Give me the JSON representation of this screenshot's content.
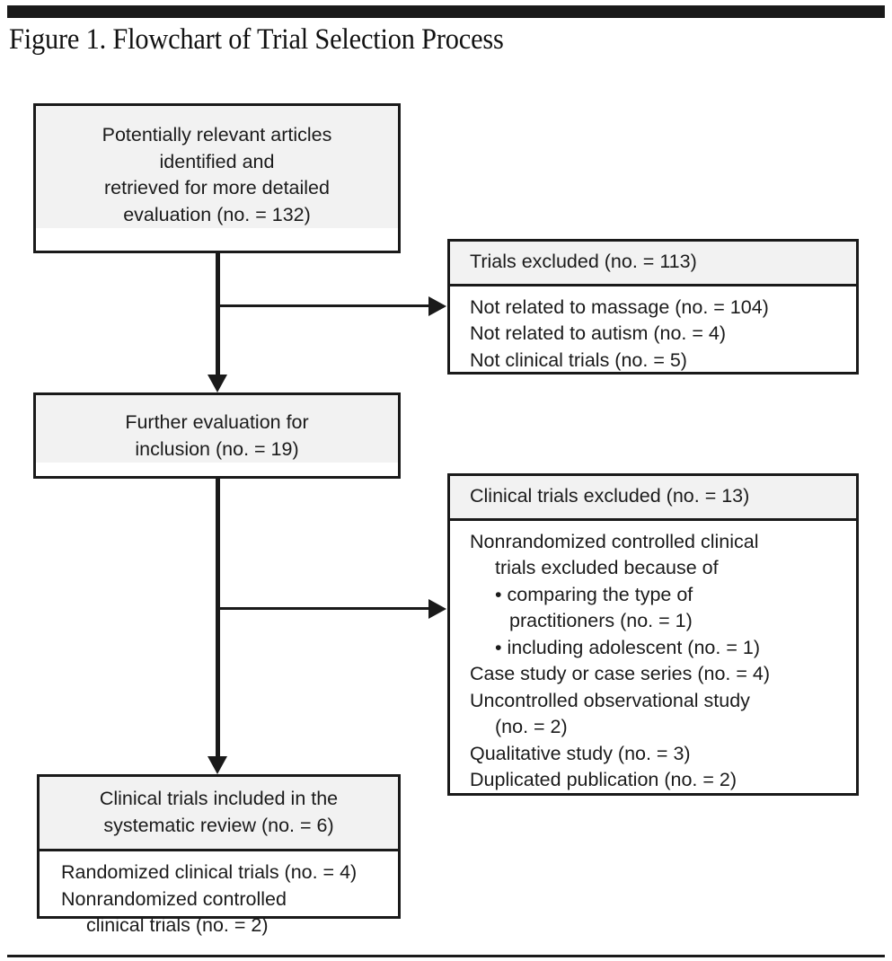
{
  "figure": {
    "title": "Figure 1. Flowchart of Trial Selection Process"
  },
  "colors": {
    "rule": "#1a1a1a",
    "box_border": "#1a1a1a",
    "box_shaded_fill": "#f2f2f2",
    "box_plain_fill": "#ffffff",
    "text": "#1b1b1b"
  },
  "chart_data": {
    "type": "diagram",
    "title": "Figure 1. Flowchart of Trial Selection Process",
    "nodes": [
      {
        "id": "identified",
        "header": "Potentially relevant articles identified and retrieved for more detailed evaluation (no. = 132)",
        "count": 132,
        "items": []
      },
      {
        "id": "trials-excluded",
        "header": "Trials excluded (no. = 113)",
        "count": 113,
        "items": [
          "Not related to massage (no. = 104)",
          "Not related to autism (no. = 4)",
          "Not clinical trials (no. = 5)"
        ]
      },
      {
        "id": "further-eval",
        "header": "Further evaluation for inclusion (no. = 19)",
        "count": 19,
        "items": []
      },
      {
        "id": "clinical-excluded",
        "header": "Clinical trials excluded (no. = 13)",
        "count": 13,
        "items": [
          "Nonrandomized controlled clinical trials excluded because of",
          "• comparing the type of practitioners (no. = 1)",
          "• including adolescent (no. = 1)",
          "Case study or case series (no. = 4)",
          "Uncontrolled observational study (no. = 2)",
          "Qualitative study (no. = 3)",
          "Duplicated publication (no. = 2)"
        ]
      },
      {
        "id": "included",
        "header": "Clinical trials included in the systematic review (no. = 6)",
        "count": 6,
        "items": [
          "Randomized clinical trials (no. = 4)",
          "Nonrandomized controlled clinical trials (no. = 2)"
        ]
      }
    ],
    "edges": [
      {
        "from": "identified",
        "to": "trials-excluded",
        "style": "elbow-right"
      },
      {
        "from": "identified",
        "to": "further-eval",
        "style": "straight-down"
      },
      {
        "from": "further-eval",
        "to": "clinical-excluded",
        "style": "elbow-right"
      },
      {
        "from": "further-eval",
        "to": "included",
        "style": "straight-down"
      }
    ]
  },
  "box_identified": {
    "line1": "Potentially relevant articles",
    "line2": "identified and",
    "line3": "retrieved for more detailed",
    "line4": "evaluation (no. = 132)"
  },
  "box_trials_excluded": {
    "header": "Trials excluded (no. = 113)",
    "item1": "Not related to massage (no. = 104)",
    "item2": "Not related to autism (no. = 4)",
    "item3": "Not clinical trials (no. = 5)"
  },
  "box_further_eval": {
    "line1": "Further evaluation for",
    "line2": "inclusion (no. = 19)"
  },
  "box_clinical_excluded": {
    "header": "Clinical trials excluded (no. = 13)",
    "item1a": "Nonrandomized controlled clinical",
    "item1b": "trials excluded because of",
    "item2a": "• comparing the type of",
    "item2b": "practitioners (no. = 1)",
    "item3": "• including adolescent (no. = 1)",
    "item4": "Case study or case series (no. = 4)",
    "item5a": "Uncontrolled observational study",
    "item5b": "(no. = 2)",
    "item6": "Qualitative study (no. = 3)",
    "item7": "Duplicated publication (no. = 2)"
  },
  "box_included": {
    "header1": "Clinical trials included in the",
    "header2": "systematic review (no. = 6)",
    "item1": "Randomized clinical trials (no. = 4)",
    "item2a": "Nonrandomized controlled",
    "item2b": "clinical trials (no. = 2)"
  }
}
